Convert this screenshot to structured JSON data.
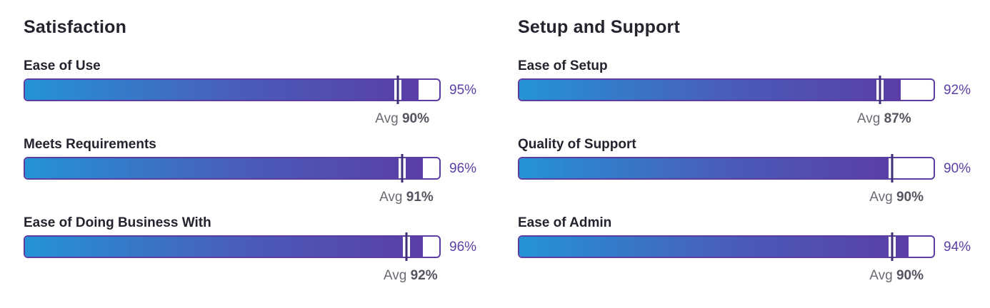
{
  "avg_prefix": "Avg",
  "colors": {
    "bar_start": "#2493d5",
    "bar_end": "#5a3ea5",
    "border": "#5b3ea3",
    "marker": "#3f2e78"
  },
  "chart_data": [
    {
      "type": "bar",
      "title": "Satisfaction",
      "categories": [
        "Ease of Use",
        "Meets Requirements",
        "Ease of Doing Business With"
      ],
      "series": [
        {
          "values": [
            95,
            96,
            96
          ]
        },
        {
          "name": "Avg",
          "values": [
            90,
            91,
            92
          ]
        }
      ],
      "score_labels": [
        "95%",
        "96%",
        "96%"
      ],
      "avg_labels": [
        "90%",
        "91%",
        "92%"
      ],
      "xlim": [
        0,
        100
      ]
    },
    {
      "type": "bar",
      "title": "Setup and Support",
      "categories": [
        "Ease of Setup",
        "Quality of Support",
        "Ease of Admin"
      ],
      "series": [
        {
          "values": [
            92,
            90,
            94
          ]
        },
        {
          "name": "Avg",
          "values": [
            87,
            90,
            90
          ]
        }
      ],
      "score_labels": [
        "92%",
        "90%",
        "94%"
      ],
      "avg_labels": [
        "87%",
        "90%",
        "90%"
      ],
      "xlim": [
        0,
        100
      ]
    }
  ]
}
